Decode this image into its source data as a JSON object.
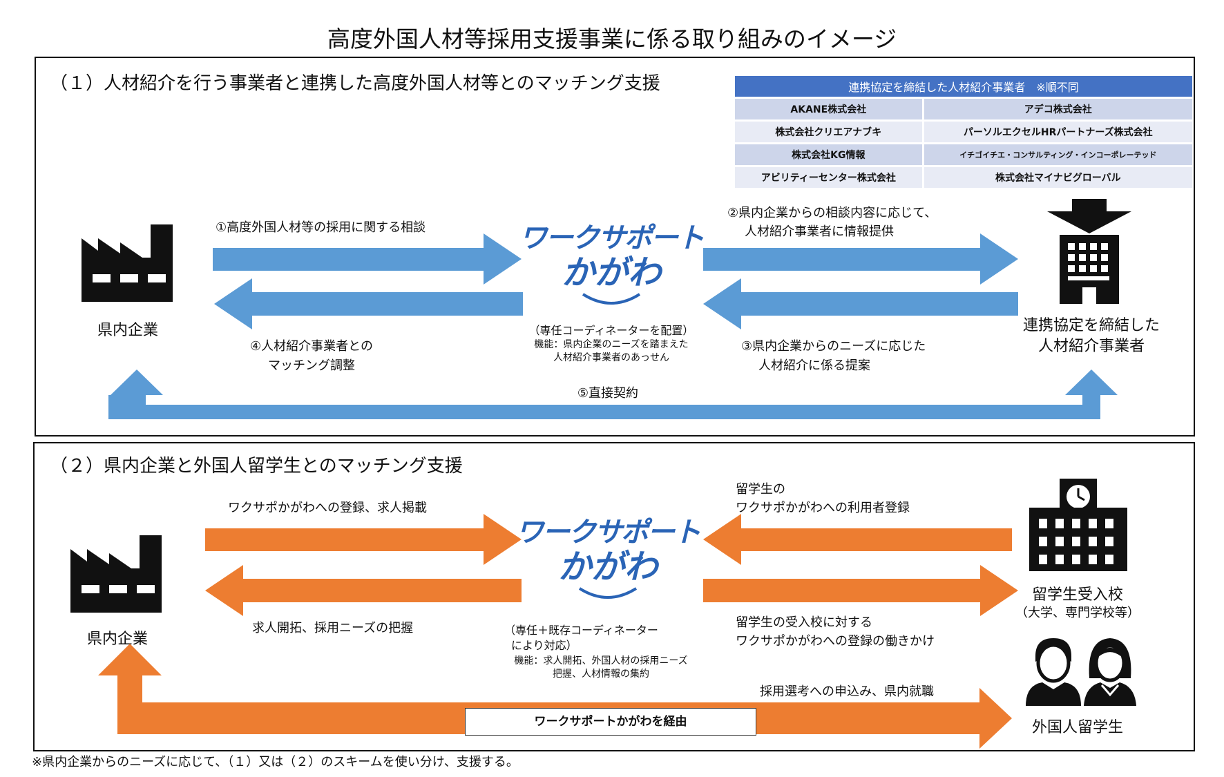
{
  "title": "高度外国人材等採用支援事業に係る取り組みのイメージ",
  "section1": {
    "heading": "（１）人材紹介を行う事業者と連携した高度外国人材等とのマッチング支援",
    "partners": {
      "header": "連携協定を締結した人材紹介事業者　※順不同",
      "rows": [
        [
          "AKANE株式会社",
          "アデコ株式会社"
        ],
        [
          "株式会社クリエアナブキ",
          "パーソルエクセルHRパートナーズ株式会社"
        ],
        [
          "株式会社KG情報",
          "イチゴイチエ・コンサルティング・インコーポレーテッド"
        ],
        [
          "アビリティーセンター株式会社",
          "株式会社マイナビグローバル"
        ]
      ]
    },
    "company_label": "県内企業",
    "agency_label_1": "連携協定を締結した",
    "agency_label_2": "人材紹介事業者",
    "step1": "①高度外国人材等の採用に関する相談",
    "step2_1": "②県内企業からの相談内容に応じて、",
    "step2_2": "人材紹介事業者に情報提供",
    "step3_1": "③県内企業からのニーズに応じた",
    "step3_2": "人材紹介に係る提案",
    "step4_1": "④人材紹介事業者との",
    "step4_2": "マッチング調整",
    "step5": "⑤直接契約",
    "logo_line1": "ワークサポート",
    "logo_line2": "かがわ",
    "center_note_1": "（専任コーディネーターを配置）",
    "center_note_2": "機能：県内企業のニーズを踏まえた",
    "center_note_3": "人材紹介事業者のあっせん"
  },
  "section2": {
    "heading": "（２）県内企業と外国人留学生とのマッチング支援",
    "company_label": "県内企業",
    "school_label_1": "留学生受入校",
    "school_label_2": "（大学、専門学校等）",
    "students_label": "外国人留学生",
    "arrow_to_center_left": "ワクサポかがわへの登録、求人掲載",
    "arrow_from_center_left": "求人開拓、採用ニーズの把握",
    "arrow_to_center_right_1": "留学生の",
    "arrow_to_center_right_2": "ワクサポかがわへの利用者登録",
    "arrow_from_center_right_1": "留学生の受入校に対する",
    "arrow_from_center_right_2": "ワクサポかがわへの登録の働きかけ",
    "apply_label": "採用選考への申込み、県内就職",
    "via_label": "ワークサポートかがわを経由",
    "logo_line1": "ワークサポート",
    "logo_line2": "かがわ",
    "center_note_1": "（専任＋既存コーディネーター",
    "center_note_2": "により対応）",
    "center_note_3": "機能：求人開拓、外国人材の採用ニーズ",
    "center_note_4": "把握、人材情報の集約"
  },
  "footnote": "※県内企業からのニーズに応じて、（１）又は（２）のスキームを使い分け、支援する。",
  "colors": {
    "blue_arrow": "#5b9bd5",
    "orange_arrow": "#ed7d31",
    "logo": "#2a64b6",
    "partner_header": "#4472c4"
  }
}
